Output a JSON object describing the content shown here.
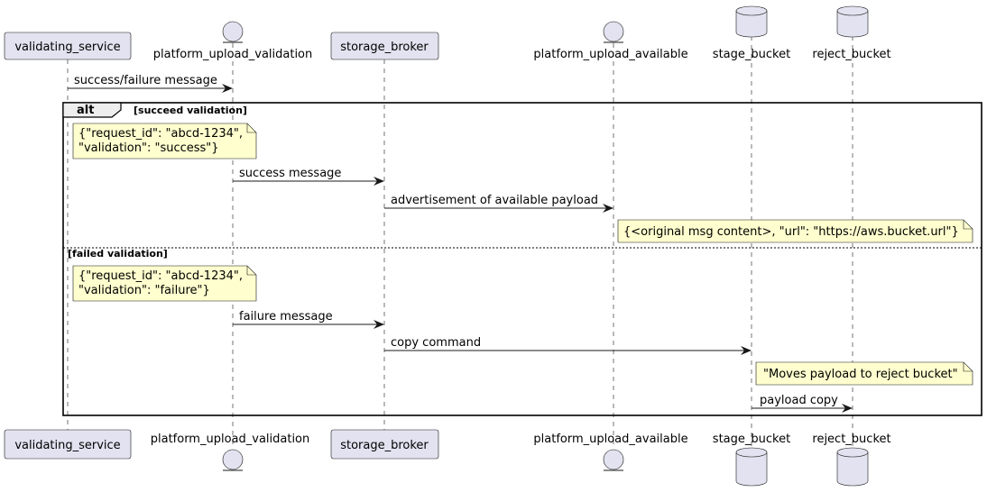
{
  "participants": [
    {
      "name": "validating_service",
      "kind": "participant"
    },
    {
      "name": "platform_upload_validation",
      "kind": "entity"
    },
    {
      "name": "storage_broker",
      "kind": "participant"
    },
    {
      "name": "platform_upload_available",
      "kind": "entity"
    },
    {
      "name": "stage_bucket",
      "kind": "database"
    },
    {
      "name": "reject_bucket",
      "kind": "database"
    }
  ],
  "messages": [
    {
      "from": "validating_service",
      "to": "platform_upload_validation",
      "label": "success/failure message"
    },
    {
      "from": "platform_upload_validation",
      "to": "storage_broker",
      "label": "success message"
    },
    {
      "from": "storage_broker",
      "to": "platform_upload_available",
      "label": "advertisement of available payload"
    },
    {
      "from": "platform_upload_validation",
      "to": "storage_broker",
      "label": "failure message"
    },
    {
      "from": "storage_broker",
      "to": "stage_bucket",
      "label": "copy command"
    },
    {
      "from": "stage_bucket",
      "to": "reject_bucket",
      "label": "payload copy"
    }
  ],
  "alt_frame": {
    "keyword": "alt",
    "guard1": "[succeed validation]",
    "guard2": "[failed validation]"
  },
  "notes": [
    {
      "lines": [
        "{\"request_id\": \"abcd-1234\",",
        "\"validation\": \"success\"}"
      ]
    },
    {
      "lines": [
        "{<original msg content>, \"url\": \"https://aws.bucket.url\"}"
      ]
    },
    {
      "lines": [
        "{\"request_id\": \"abcd-1234\",",
        "\"validation\": \"failure\"}"
      ]
    },
    {
      "lines": [
        "\"Moves payload to reject bucket\""
      ]
    }
  ],
  "colors": {
    "participant_fill": "#e2e2f0",
    "note_fill": "#fefece",
    "line": "#181818"
  }
}
